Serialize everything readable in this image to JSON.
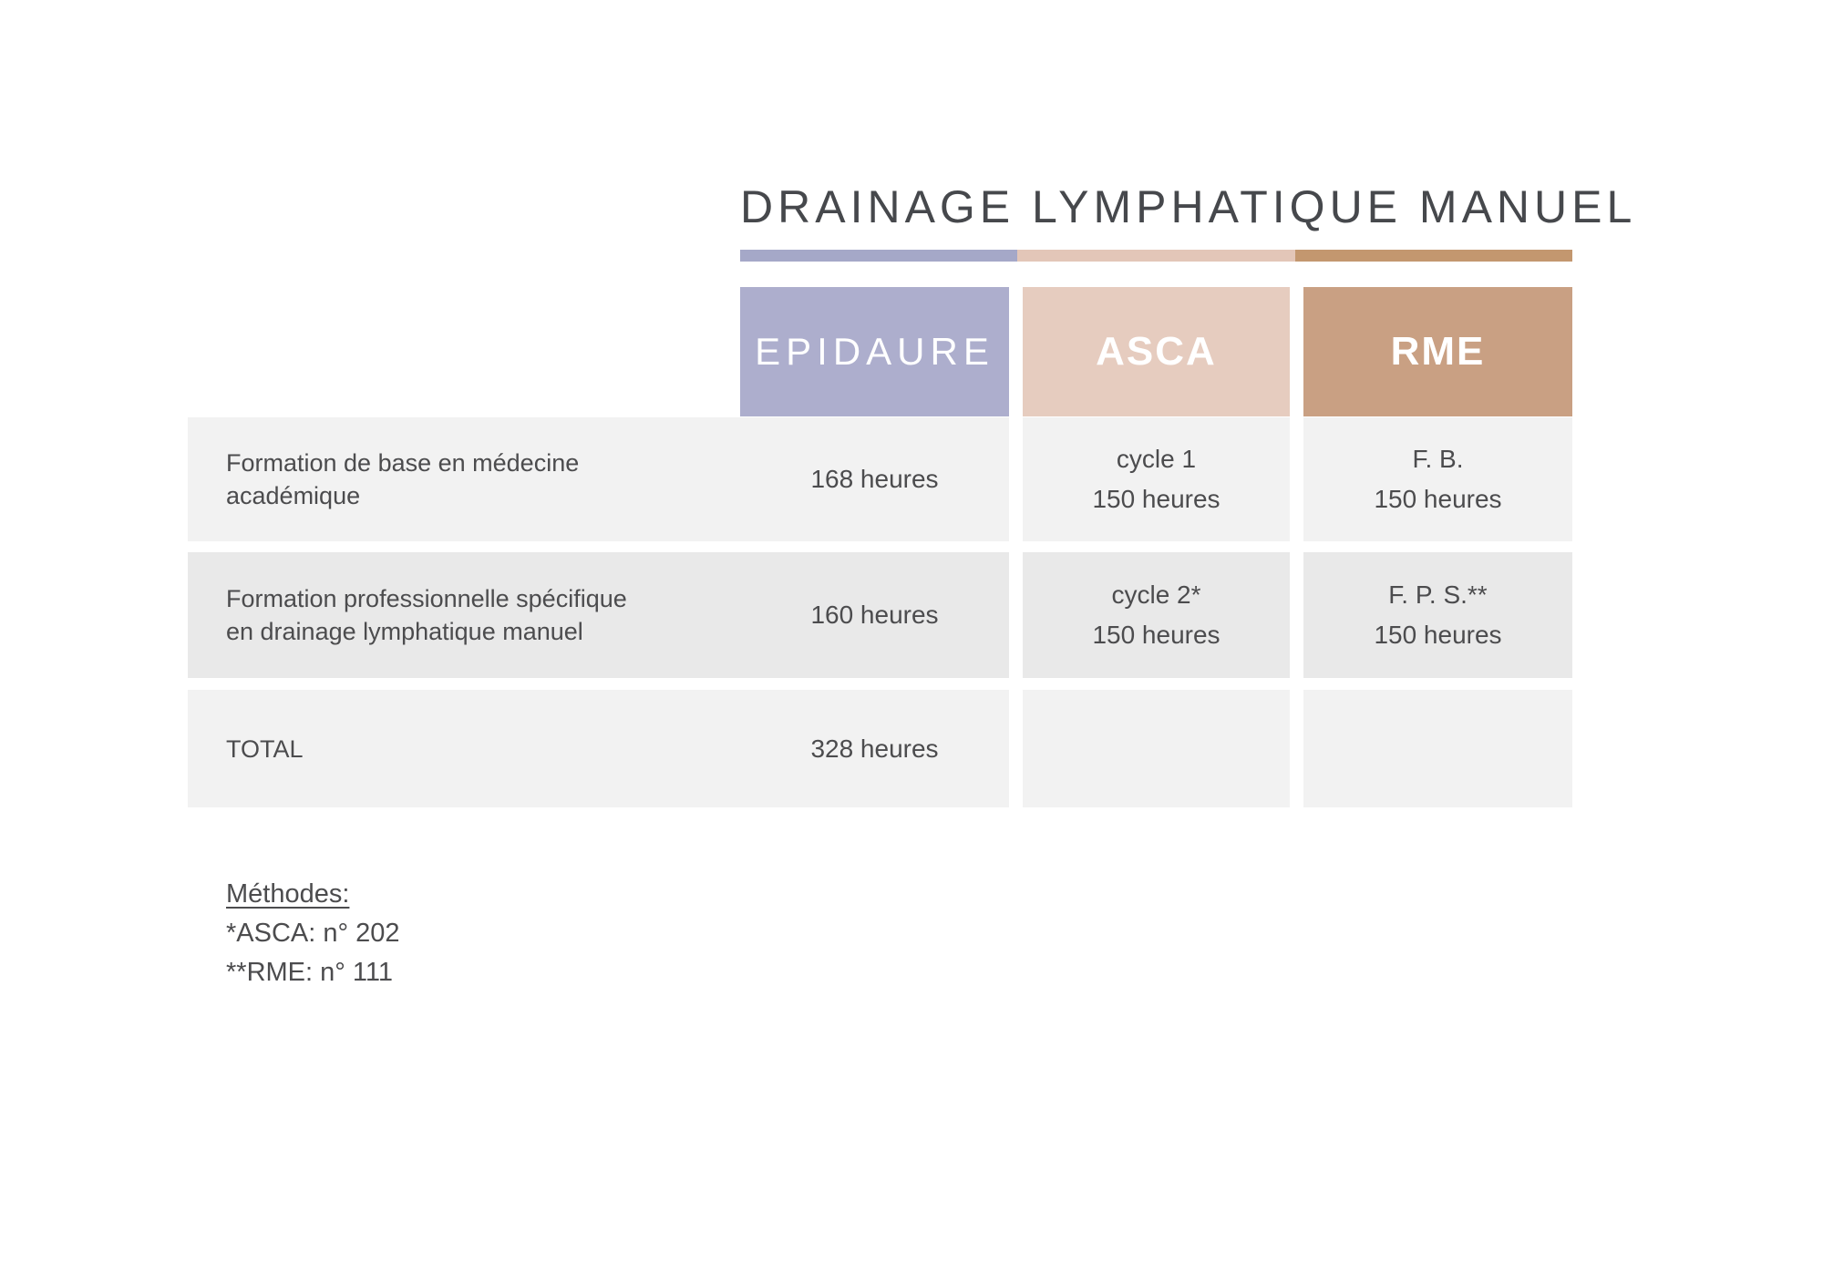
{
  "title": "DRAINAGE LYMPHATIQUE MANUEL",
  "columns": [
    {
      "id": "epidaure",
      "label": "EPIDAURE"
    },
    {
      "id": "asca",
      "label": "ASCA"
    },
    {
      "id": "rme",
      "label": "RME"
    }
  ],
  "table": {
    "rows": [
      {
        "label": "Formation de base en médecine\nacadémique",
        "epidaure": "168 heures",
        "asca": "cycle 1\n150 heures",
        "rme": "F. B.\n150 heures"
      },
      {
        "label": "Formation professionnelle spécifique\nen drainage lymphatique manuel",
        "epidaure": "160 heures",
        "asca": "cycle 2*\n150 heures",
        "rme": "F. P. S.**\n150 heures"
      },
      {
        "label": "TOTAL",
        "epidaure": "328 heures",
        "asca": "",
        "rme": ""
      }
    ]
  },
  "notes": {
    "heading": "Méthodes:",
    "lines": [
      "*ASCA: n° 202",
      "**RME: n° 111"
    ]
  },
  "colors": {
    "lavender": "#adaecd",
    "pink": "#e6ccbf",
    "tan": "#c9a083",
    "bar-lavender": "#a5a8c8",
    "bar-pink": "#e3c6b8",
    "bar-tan": "#c3976f",
    "row-light": "#f2f2f2",
    "row-dark": "#e9e9e9",
    "text-dark": "#46484c",
    "text-body": "#4c4c4e",
    "white": "#ffffff"
  }
}
